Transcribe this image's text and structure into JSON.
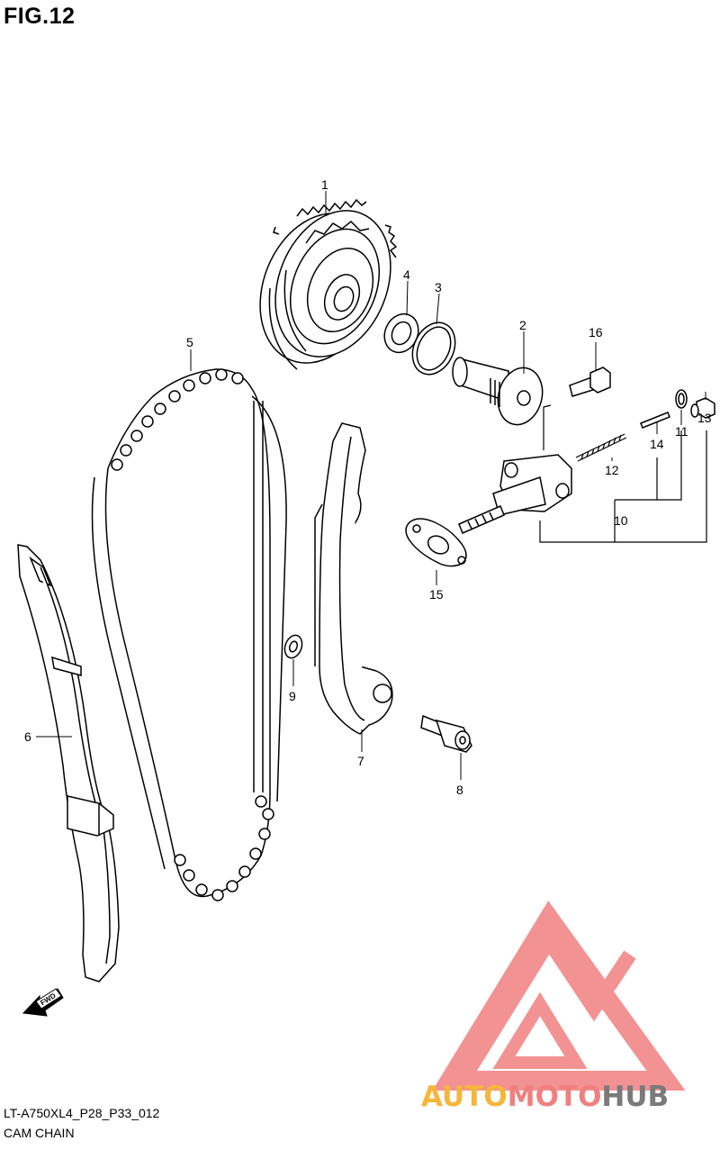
{
  "figure": {
    "title": "FIG.12",
    "code": "LT-A750XL4_P28_P33_012",
    "name": "CAM CHAIN"
  },
  "callouts": [
    {
      "id": "c1",
      "label": "1"
    },
    {
      "id": "c2",
      "label": "2"
    },
    {
      "id": "c3",
      "label": "3"
    },
    {
      "id": "c4",
      "label": "4"
    },
    {
      "id": "c5",
      "label": "5"
    },
    {
      "id": "c6",
      "label": "6"
    },
    {
      "id": "c7",
      "label": "7"
    },
    {
      "id": "c8",
      "label": "8"
    },
    {
      "id": "c9",
      "label": "9"
    },
    {
      "id": "c10",
      "label": "10"
    },
    {
      "id": "c11",
      "label": "11"
    },
    {
      "id": "c12",
      "label": "12"
    },
    {
      "id": "c13",
      "label": "13"
    },
    {
      "id": "c14",
      "label": "14"
    },
    {
      "id": "c15",
      "label": "15"
    },
    {
      "id": "c16",
      "label": "16"
    }
  ],
  "direction_arrow": {
    "label": "FWD"
  },
  "watermark": {
    "part1": "AUTO",
    "part2": "MOTO",
    "part3": "HUB",
    "color1": "#f6b63c",
    "color2": "#f08080",
    "color3": "#7a7a7a",
    "logo_color": "#f08080"
  },
  "colors": {
    "line": "#000000",
    "background": "#ffffff"
  }
}
